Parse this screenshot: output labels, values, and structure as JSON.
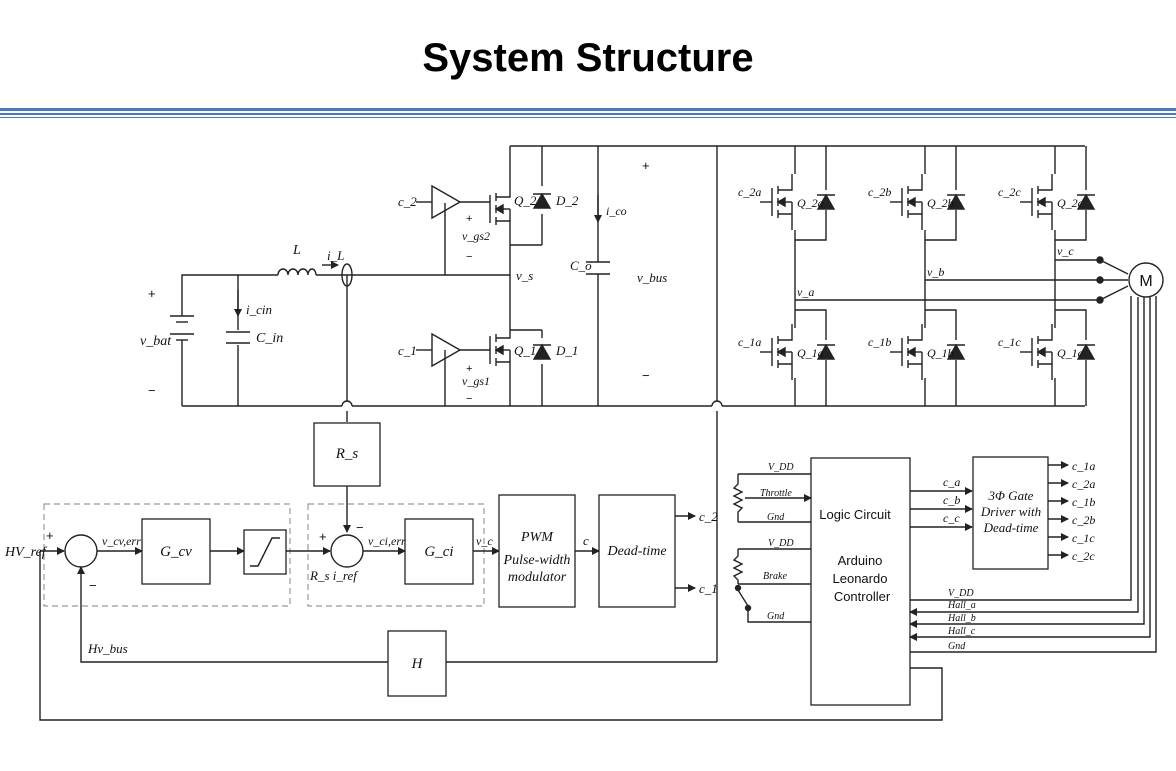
{
  "title": "System Structure",
  "colors": {
    "rule": "#4a7ab8",
    "line": "#222222",
    "dashed_box": "#999999"
  },
  "converter": {
    "battery": "v_bat",
    "input_cap": "C_in",
    "input_current": "i_cin",
    "inductor": "L",
    "inductor_current": "i_L",
    "gate_top": "c_2",
    "gate_bottom": "c_1",
    "vgs_top": "v_gs2",
    "vgs_bottom": "v_gs1",
    "switch_top": "Q_2",
    "diode_top": "D_2",
    "switch_bottom": "Q_1",
    "diode_bottom": "D_1",
    "switch_node": "v_s",
    "output_cap": "C_o",
    "cap_current": "i_co",
    "bus_voltage": "v_bus",
    "sense_resistor": "R_s",
    "plus": "+",
    "minus": "−"
  },
  "inverter": {
    "top_gates": [
      "c_2a",
      "c_2b",
      "c_2c"
    ],
    "top_switches": [
      "Q_2a",
      "Q_2b",
      "Q_2c"
    ],
    "bottom_gates": [
      "c_1a",
      "c_1b",
      "c_1c"
    ],
    "bottom_switches": [
      "Q_1a",
      "Q_1b",
      "Q_1c"
    ],
    "phase_voltages": [
      "v_a",
      "v_b",
      "v_c"
    ],
    "motor": "M"
  },
  "control": {
    "reference": "HV_ref",
    "voltage_error": "v_cv,err",
    "voltage_controller": "G_cv",
    "current_error": "v_ci,err",
    "current_ref": "R_s i_ref",
    "current_controller": "G_ci",
    "control_voltage": "v_c",
    "pwm_title": "PWM",
    "pwm_subtitle_1": "Pulse-width",
    "pwm_subtitle_2": "modulator",
    "pwm_output": "c",
    "deadtime": "Dead-time",
    "deadtime_out_1": "c_2",
    "deadtime_out_2": "c_1",
    "feedback_gain": "H",
    "feedback_signal": "Hv_bus",
    "plus": "+",
    "minus": "−"
  },
  "controller": {
    "line_1": "Logic Circuit",
    "line_2": "Arduino",
    "line_3": "Leonardo",
    "line_4": "Controller",
    "vdd_1": "V_DD",
    "throttle": "Throttle",
    "gnd_1": "Gnd",
    "vdd_2": "V_DD",
    "brake": "Brake",
    "gnd_2": "Gnd",
    "outputs": [
      "c_a",
      "c_b",
      "c_c"
    ],
    "hall_inputs": [
      "V_DD",
      "Hall_a",
      "Hall_b",
      "Hall_c",
      "Gnd"
    ]
  },
  "gate_driver": {
    "line_1": "3Φ Gate",
    "line_2": "Driver with",
    "line_3": "Dead-time",
    "outputs": [
      "c_1a",
      "c_2a",
      "c_1b",
      "c_2b",
      "c_1c",
      "c_2c"
    ]
  }
}
